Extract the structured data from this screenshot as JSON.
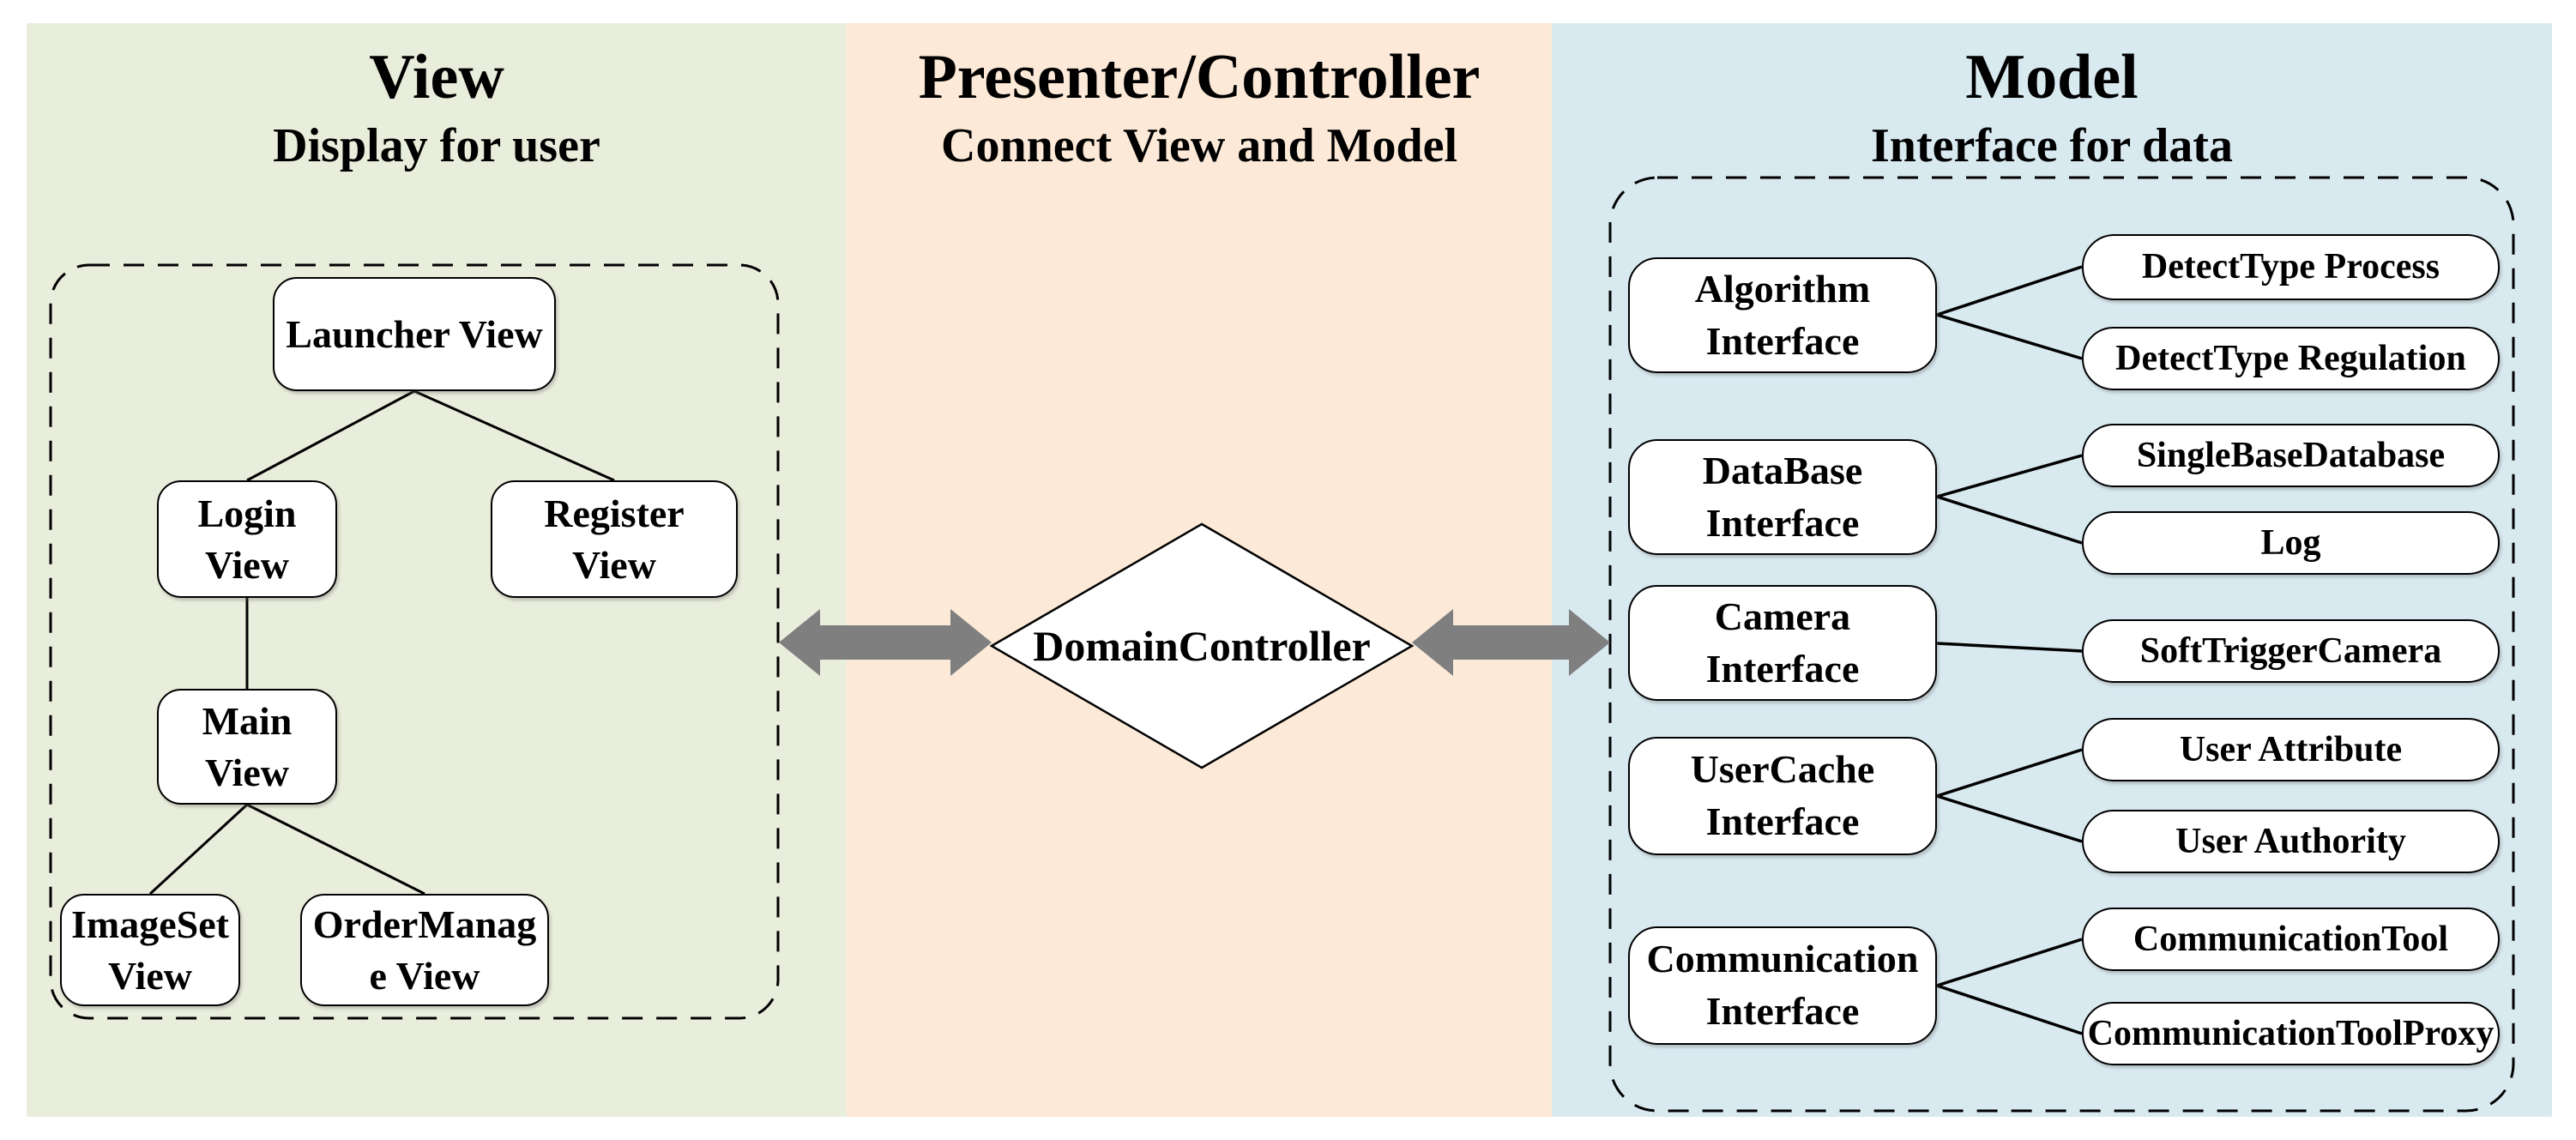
{
  "colors": {
    "view_bg": "#E9EDDB",
    "presenter_bg": "#FCE9D7",
    "model_bg": "#D8E9F0",
    "arrow_gray": "#7F7F7F",
    "node_bg": "#FFFFFF",
    "line_black": "#000000"
  },
  "view_panel": {
    "title": "View",
    "subtitle": "Display for user",
    "nodes": {
      "launcher": "Launcher View",
      "login": "Login\nView",
      "register": "Register\nView",
      "main": "Main\nView",
      "imageset": "ImageSet\nView",
      "ordermanage": "OrderManag\ne View"
    }
  },
  "presenter_panel": {
    "title": "Presenter/Controller",
    "subtitle": "Connect View and Model",
    "controller": "DomainController"
  },
  "model_panel": {
    "title": "Model",
    "subtitle": "Interface for data",
    "interfaces": [
      {
        "label": "Algorithm\nInterface",
        "implementations": [
          "DetectType Process",
          "DetectType Regulation"
        ]
      },
      {
        "label": "DataBase\nInterface",
        "implementations": [
          "SingleBaseDatabase",
          "Log"
        ]
      },
      {
        "label": "Camera\nInterface",
        "implementations": [
          "SoftTriggerCamera"
        ]
      },
      {
        "label": "UserCache\nInterface",
        "implementations": [
          "User Attribute",
          "User Authority"
        ]
      },
      {
        "label": "Communication\nInterface",
        "implementations": [
          "CommunicationTool",
          "CommunicationToolProxy"
        ]
      }
    ]
  }
}
